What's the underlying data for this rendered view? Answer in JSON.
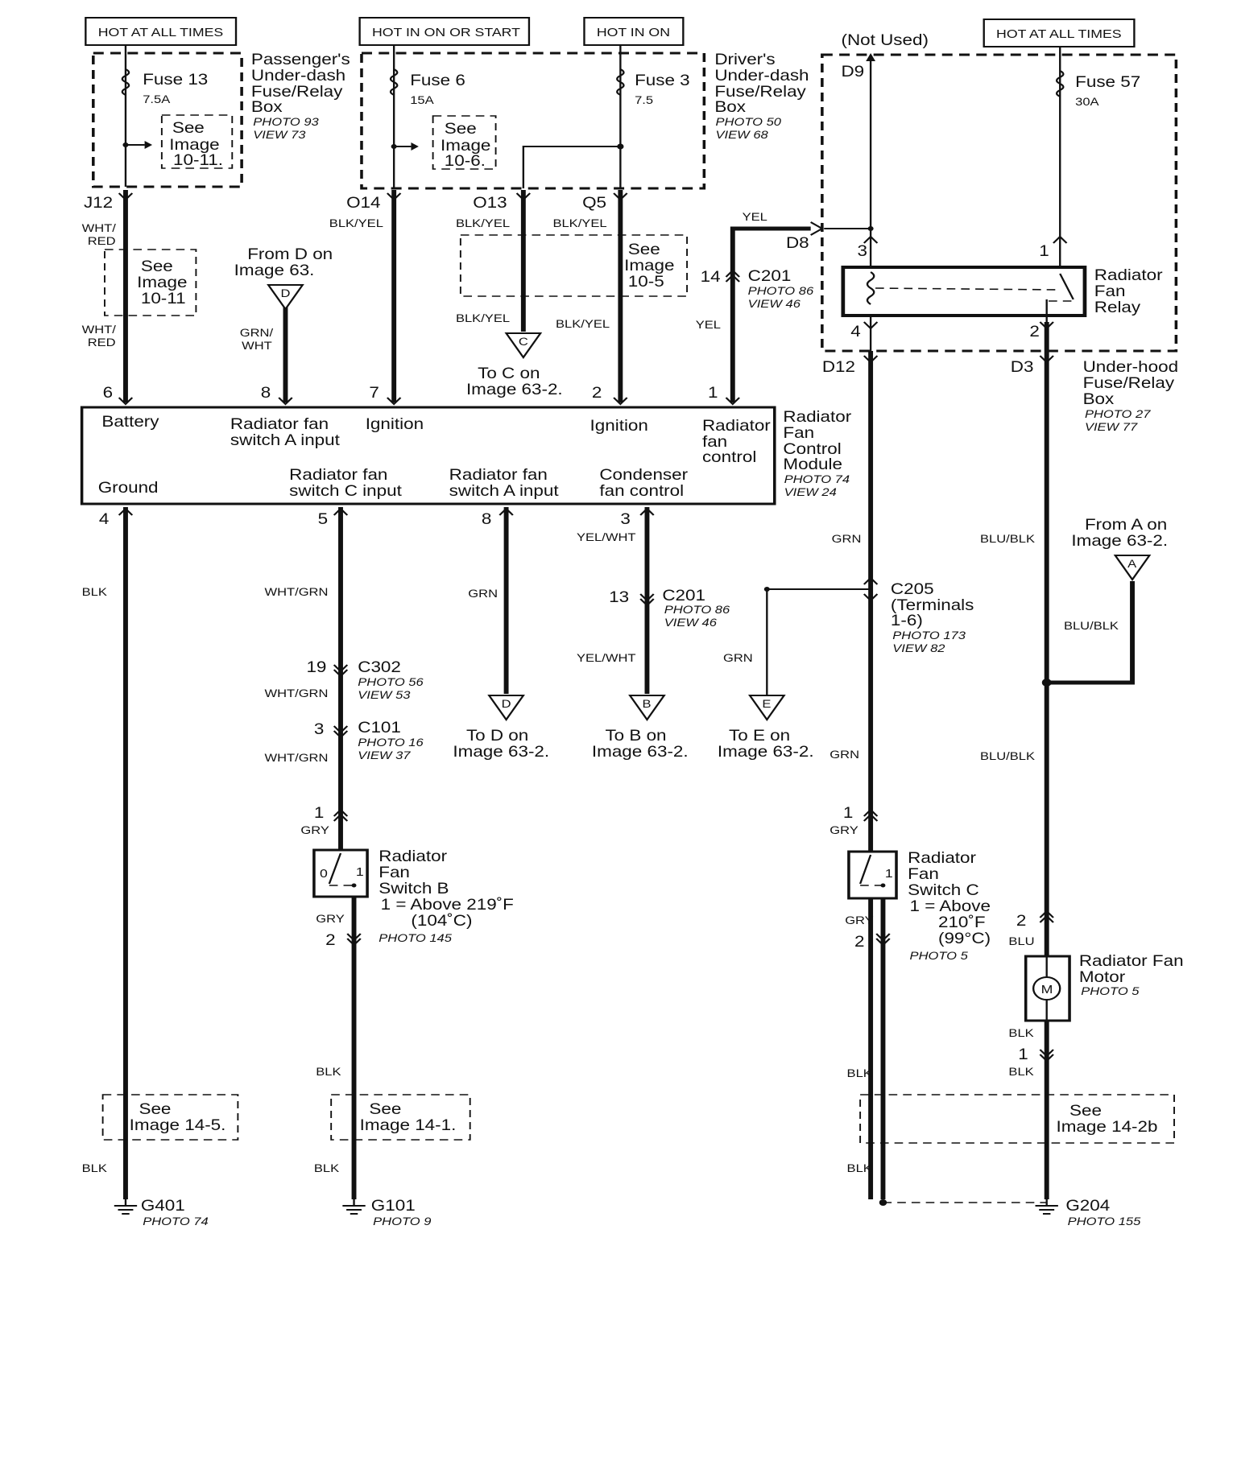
{
  "hdr": {
    "h1": "HOT AT ALL TIMES",
    "h2": "HOT IN ON OR START",
    "h3": "HOT IN ON",
    "h4": "HOT AT ALL TIMES",
    "not_used": "(Not Used)"
  },
  "box1": {
    "l1": "Passenger's",
    "l2": "Under-dash",
    "l3": "Fuse/Relay",
    "l4": "Box",
    "photo": "PHOTO 93",
    "view": "VIEW 73",
    "fuse": "Fuse 13",
    "amp": "7.5A",
    "see1": "See",
    "see2": "Image",
    "see3": "10-11."
  },
  "box2": {
    "l1": "Driver's",
    "l2": "Under-dash",
    "l3": "Fuse/Relay",
    "l4": "Box",
    "photo": "PHOTO 50",
    "view": "VIEW 68",
    "fuse_a": "Fuse 6",
    "amp_a": "15A",
    "fuse_b": "Fuse 3",
    "amp_b": "7.5",
    "see1": "See",
    "see2": "Image",
    "see3": "10-6."
  },
  "box3": {
    "d9": "D9",
    "fuse": "Fuse 57",
    "amp": "30A",
    "d8": "D8",
    "p3": "3",
    "p1": "1",
    "p4": "4",
    "p2": "2",
    "relay1": "Radiator",
    "relay2": "Fan",
    "relay3": "Relay",
    "d12": "D12",
    "d3": "D3",
    "l1": "Under-hood",
    "l2": "Fuse/Relay",
    "l3": "Box",
    "photo": "PHOTO 27",
    "view": "VIEW 77"
  },
  "top": {
    "j12": "J12",
    "o14": "O14",
    "o13": "O13",
    "q5": "Q5",
    "wht_red_a": "WHT/",
    "wht_red_b": "RED",
    "wht_red_c": "WHT/",
    "wht_red_d": "RED",
    "see_a1": "See",
    "see_a2": "Image",
    "see_a3": "10-11",
    "from_d1": "From D on",
    "from_d2": "Image 63.",
    "d_tri": "D",
    "grn_wht_a": "GRN/",
    "grn_wht_b": "WHT",
    "blk_yel_1": "BLK/YEL",
    "blk_yel_2": "BLK/YEL",
    "blk_yel_3": "BLK/YEL",
    "blk_yel_4": "BLK/YEL",
    "blk_yel_5": "BLK/YEL",
    "see_b1": "See",
    "see_b2": "Image",
    "see_b3": "10-5",
    "c_tri": "C",
    "to_c1": "To C on",
    "to_c2": "Image 63-2.",
    "yel_1": "YEL",
    "yel_2": "YEL",
    "c201_pin": "14",
    "c201": "C201",
    "c201_photo": "PHOTO 86",
    "c201_view": "VIEW 46"
  },
  "module": {
    "pin6": "6",
    "pin8": "8",
    "pin7": "7",
    "pin2": "2",
    "pin1": "1",
    "battery": "Battery",
    "rfa1": "Radiator fan",
    "rfa2": "switch A input",
    "ign1": "Ignition",
    "ign2": "Ignition",
    "rfc1": "Radiator",
    "rfc2": "fan",
    "rfc3": "control",
    "ground": "Ground",
    "rfsc1": "Radiator fan",
    "rfsc2": "switch C input",
    "rfsa1": "Radiator fan",
    "rfsa2": "switch A input",
    "cfc1": "Condenser",
    "cfc2": "fan control",
    "name1": "Radiator",
    "name2": "Fan",
    "name3": "Control",
    "name4": "Module",
    "photo": "PHOTO 74",
    "view": "VIEW 24",
    "pin4": "4",
    "pin5": "5",
    "pin8b": "8",
    "pin3": "3"
  },
  "lower": {
    "blk_1": "BLK",
    "wht_grn_1": "WHT/GRN",
    "wht_grn_2": "WHT/GRN",
    "wht_grn_3": "WHT/GRN",
    "c302_pin": "19",
    "c302": "C302",
    "c302_photo": "PHOTO 56",
    "c302_view": "VIEW 53",
    "c101_pin": "3",
    "c101": "C101",
    "c101_photo": "PHOTO 16",
    "c101_view": "VIEW 37",
    "grn_1": "GRN",
    "d_tri": "D",
    "to_d1": "To D on",
    "to_d2": "Image 63-2.",
    "yel_wht_1": "YEL/WHT",
    "yel_wht_2": "YEL/WHT",
    "c201_pin": "13",
    "c201": "C201",
    "c201_photo": "PHOTO 86",
    "c201_view": "VIEW 46",
    "b_tri": "B",
    "to_b1": "To B on",
    "to_b2": "Image 63-2.",
    "grn_2": "GRN",
    "e_tri": "E",
    "to_e1": "To E on",
    "to_e2": "Image 63-2.",
    "grn_3": "GRN",
    "grn_4": "GRN",
    "c205": "C205",
    "c205_t1": "(Terminals",
    "c205_t2": "1-6)",
    "c205_photo": "PHOTO 173",
    "c205_view": "VIEW 82",
    "blu_blk_1": "BLU/BLK",
    "blu_blk_2": "BLU/BLK",
    "blu_blk_3": "BLU/BLK",
    "from_a1": "From A on",
    "from_a2": "Image 63-2.",
    "a_tri": "A"
  },
  "switchB": {
    "pin1": "1",
    "gry_1": "GRY",
    "sw_0": "0",
    "sw_1": "1",
    "n1": "Radiator",
    "n2": "Fan",
    "n3": "Switch B",
    "n4": "1 = Above 219˚F",
    "n5": "(104˚C)",
    "photo": "PHOTO 145",
    "gry_2": "GRY",
    "pin2": "2"
  },
  "switchC": {
    "pin1": "1",
    "gry_1": "GRY",
    "sw_1": "1",
    "n1": "Radiator",
    "n2": "Fan",
    "n3": "Switch C",
    "n4": "1 = Above",
    "n5": "210˚F",
    "n6": "(99°C)",
    "photo": "PHOTO 5",
    "gry_2": "GRY",
    "pin2": "2"
  },
  "motor": {
    "pin2": "2",
    "blu": "BLU",
    "m": "M",
    "n1": "Radiator Fan",
    "n2": "Motor",
    "photo": "PHOTO 5",
    "blk_1": "BLK",
    "pin1": "1",
    "blk_2": "BLK"
  },
  "bottom": {
    "blk_a": "BLK",
    "blk_b": "BLK",
    "blk_c": "BLK",
    "blk_d": "BLK",
    "blk_e": "BLK",
    "see_a1": "See",
    "see_a2": "Image 14-5.",
    "see_b1": "See",
    "see_b2": "Image 14-1.",
    "see_c1": "See",
    "see_c2": "Image 14-2b",
    "g401": "G401",
    "g401_photo": "PHOTO 74",
    "g101": "G101",
    "g101_photo": "PHOTO 9",
    "g204": "G204",
    "g204_photo": "PHOTO 155"
  }
}
